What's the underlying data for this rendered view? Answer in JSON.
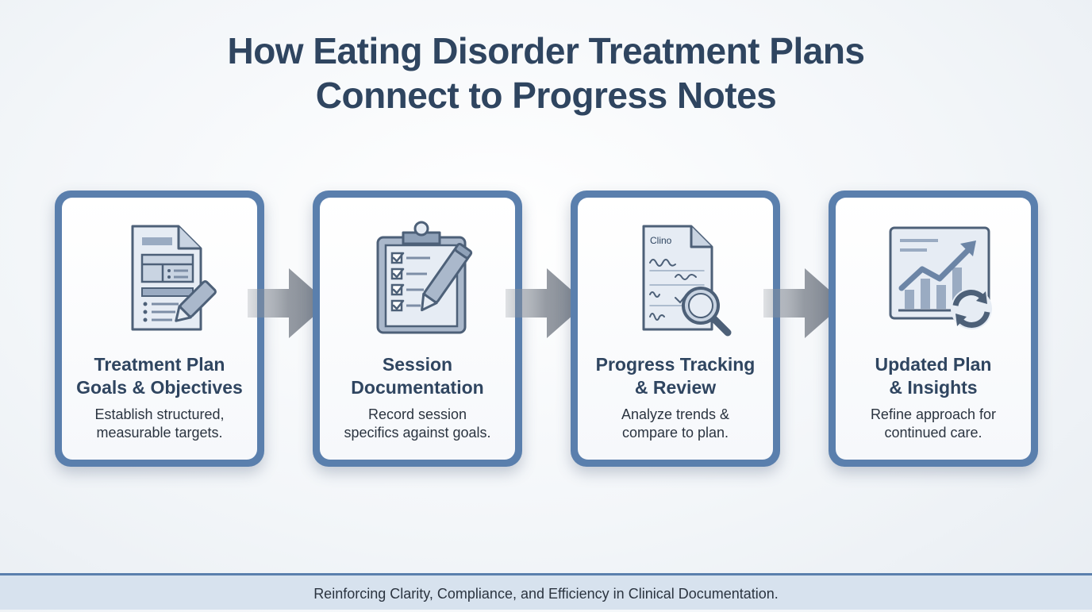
{
  "title": {
    "line1": "How Eating Disorder Treatment Plans",
    "line2": "Connect to Progress Notes"
  },
  "steps": [
    {
      "title_line1": "Treatment Plan",
      "title_line2": "Goals & Objectives",
      "desc_line1": "Establish structured,",
      "desc_line2": "measurable targets.",
      "icon": "treatment-plan-document-icon"
    },
    {
      "title_line1": "Session",
      "title_line2": "Documentation",
      "desc_line1": "Record session",
      "desc_line2": "specifics against goals.",
      "icon": "clipboard-checklist-pen-icon"
    },
    {
      "title_line1": "Progress Tracking",
      "title_line2": "& Review",
      "desc_line1": "Analyze trends &",
      "desc_line2": "compare to plan.",
      "icon": "notes-magnifier-icon",
      "icon_text": "Clino"
    },
    {
      "title_line1": "Updated Plan",
      "title_line2": "& Insights",
      "desc_line1": "Refine approach for",
      "desc_line2": "continued care.",
      "icon": "chart-refresh-icon"
    }
  ],
  "footer": {
    "text": "Reinforcing Clarity, Compliance, and Efficiency in Clinical Documentation."
  },
  "colors": {
    "card_border": "#5a7fad",
    "title_text": "#2f4560",
    "arrow": "#8a9099",
    "footer_bg": "#d7e2ee"
  }
}
